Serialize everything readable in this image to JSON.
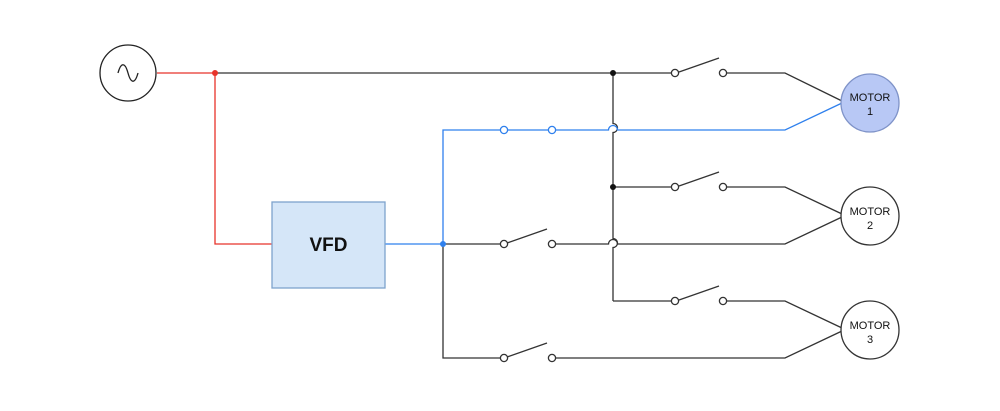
{
  "colors": {
    "line": "#333333",
    "supply": "#e8332a",
    "vfd_output": "#2f80ed",
    "junction_black": "#111111",
    "junction_red": "#e8332a",
    "junction_blue": "#2f80ed",
    "vfd_fill": "#d5e6f8",
    "vfd_stroke": "#7ea3cc",
    "motor_active_fill": "#b8c8f5",
    "motor_active_stroke": "#7f93c8",
    "motor_idle_fill": "#ffffff"
  },
  "source": {
    "icon": "ac-source-sine-icon"
  },
  "vfd": {
    "label": "VFD"
  },
  "motors": [
    {
      "line1": "MOTOR",
      "line2": "1",
      "active": true
    },
    {
      "line1": "MOTOR",
      "line2": "2",
      "active": false
    },
    {
      "line1": "MOTOR",
      "line2": "3",
      "active": false
    }
  ],
  "switches": {
    "bypass": [
      {
        "motor": "1",
        "state": "open"
      },
      {
        "motor": "2",
        "state": "open"
      },
      {
        "motor": "3",
        "state": "open"
      }
    ],
    "vfd": [
      {
        "motor": "1",
        "state": "closed"
      },
      {
        "motor": "2",
        "state": "open"
      },
      {
        "motor": "3",
        "state": "open"
      }
    ]
  }
}
